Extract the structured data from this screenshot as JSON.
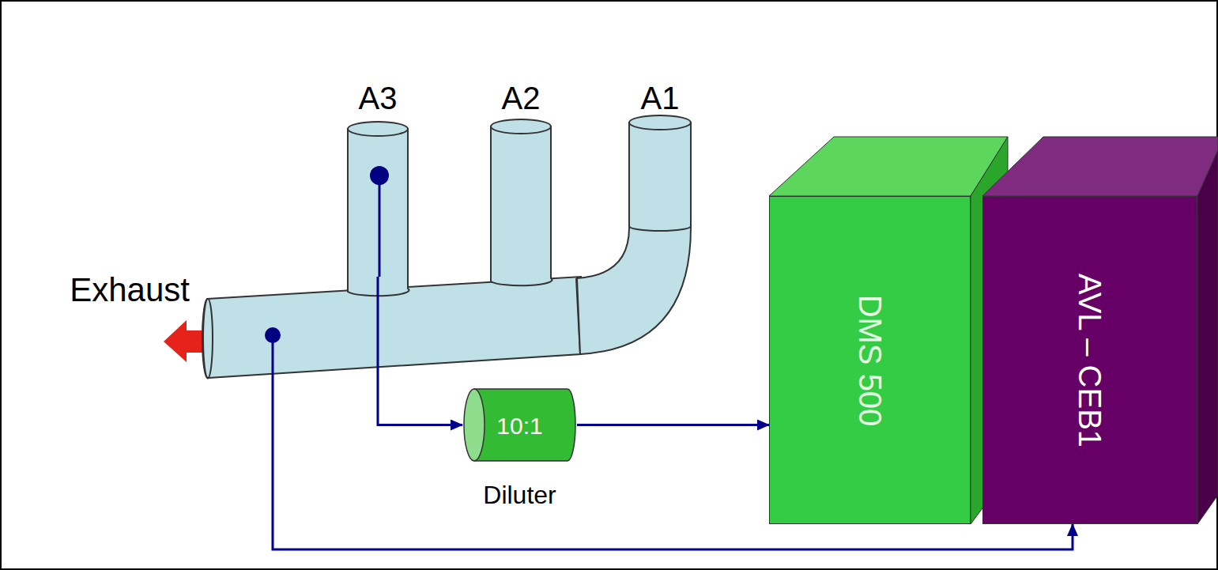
{
  "diagram": {
    "nodes": [
      {
        "text": [
          "A3"
        ]
      },
      {
        "text": [
          "A2"
        ]
      },
      {
        "text": [
          "A1"
        ]
      },
      {
        "text": [
          "Exhaust"
        ]
      },
      {
        "text": [
          "10:1",
          "Diluter"
        ]
      },
      {
        "text": [
          "DMS 500"
        ]
      },
      {
        "text": [
          "AVL – CEB1"
        ]
      }
    ],
    "edges": [
      {
        "from": 0,
        "to": 4,
        "arrow": "to"
      },
      {
        "from": 4,
        "to": 5,
        "arrow": "to"
      },
      {
        "from": 3,
        "to": 6,
        "arrow": "to"
      }
    ]
  }
}
